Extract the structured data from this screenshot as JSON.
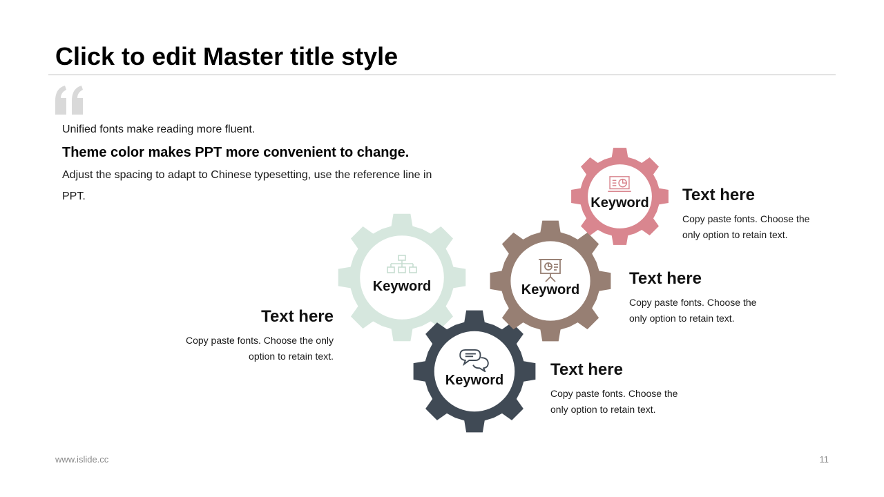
{
  "slide": {
    "title": "Click to edit Master title style",
    "footer_url": "www.islide.cc",
    "page_number": "11"
  },
  "intro": {
    "line1": "Unified fonts make reading more fluent.",
    "line2": "Theme color makes PPT more convenient to change.",
    "line3": "Adjust the spacing to adapt to Chinese typesetting, use the reference line in PPT."
  },
  "gears": [
    {
      "label": "Keyword",
      "color": "#d6e7de",
      "icon": "hierarchy-icon"
    },
    {
      "label": "Keyword",
      "color": "#404a55",
      "icon": "chat-bubbles-icon"
    },
    {
      "label": "Keyword",
      "color": "#977f73",
      "icon": "presentation-board-icon"
    },
    {
      "label": "Keyword",
      "color": "#d9868f",
      "icon": "laptop-chart-icon"
    }
  ],
  "text_blocks": [
    {
      "heading": "Text here",
      "body": "Copy paste fonts. Choose the only option to retain text."
    },
    {
      "heading": "Text here",
      "body": "Copy paste fonts. Choose the only option to retain text."
    },
    {
      "heading": "Text here",
      "body": "Copy paste fonts. Choose the only option to retain text."
    },
    {
      "heading": "Text here",
      "body": "Copy paste fonts. Choose the only option to retain text."
    }
  ],
  "colors": {
    "quote_mark": "#d9d9d9",
    "rule": "#bdbdbd"
  }
}
